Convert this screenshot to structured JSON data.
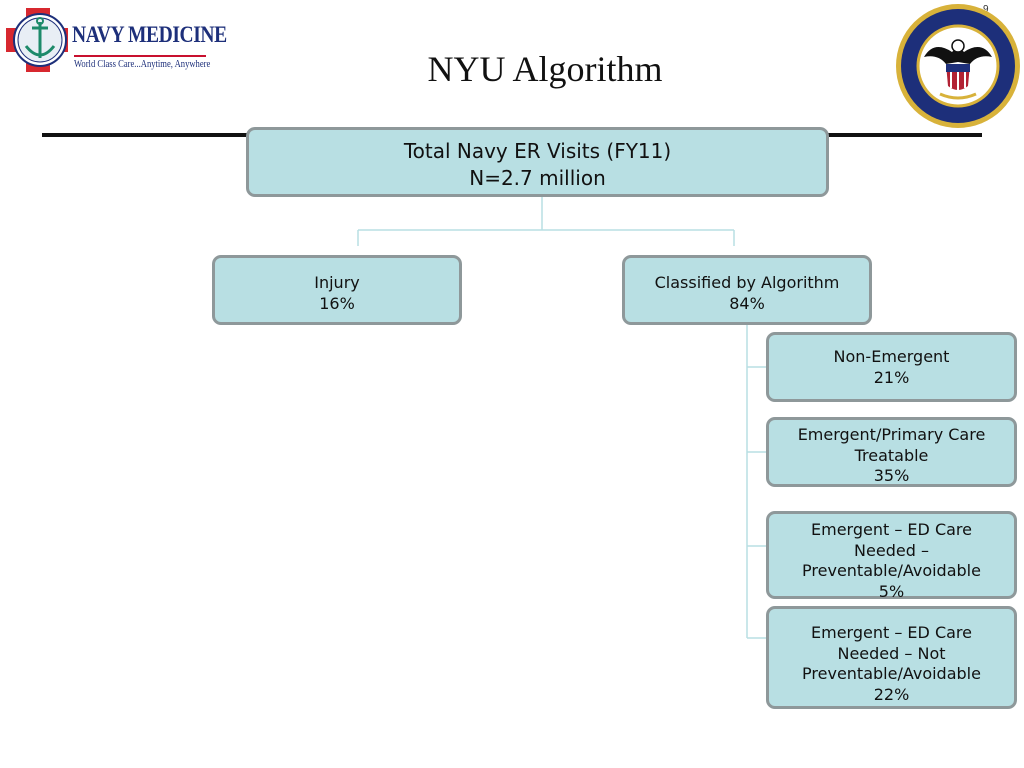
{
  "header": {
    "logo_name": "NAVY MEDICINE",
    "logo_tagline": "World Class Care...Anytime, Anywhere",
    "title": "NYU Algorithm",
    "page_number": "9"
  },
  "diagram": {
    "root": {
      "line1": "Total Navy ER Visits (FY11)",
      "line2": "N=2.7 million"
    },
    "injury": {
      "label": "Injury",
      "value": "16%"
    },
    "algorithm": {
      "label": "Classified by Algorithm",
      "value": "84%"
    },
    "non_emergent": {
      "label": "Non-Emergent",
      "value": "21%"
    },
    "emergent_pc": {
      "label1": "Emergent/Primary Care",
      "label2": "Treatable",
      "value": "35%"
    },
    "emergent_prev": {
      "label1": "Emergent – ED Care",
      "label2": "Needed –",
      "label3": "Preventable/Avoidable",
      "value": "5%"
    },
    "emergent_notprev": {
      "label1": "Emergent – ED Care",
      "label2": "Needed – Not",
      "label3": "Preventable/Avoidable",
      "value": "22%"
    }
  },
  "colors": {
    "box_fill": "#b8dfe3",
    "box_border": "#8e989a",
    "connector": "#b8dfe3",
    "navy_blue": "#1d2f7a",
    "red_cross": "#c8102e",
    "seal_gold": "#d8b23a"
  }
}
